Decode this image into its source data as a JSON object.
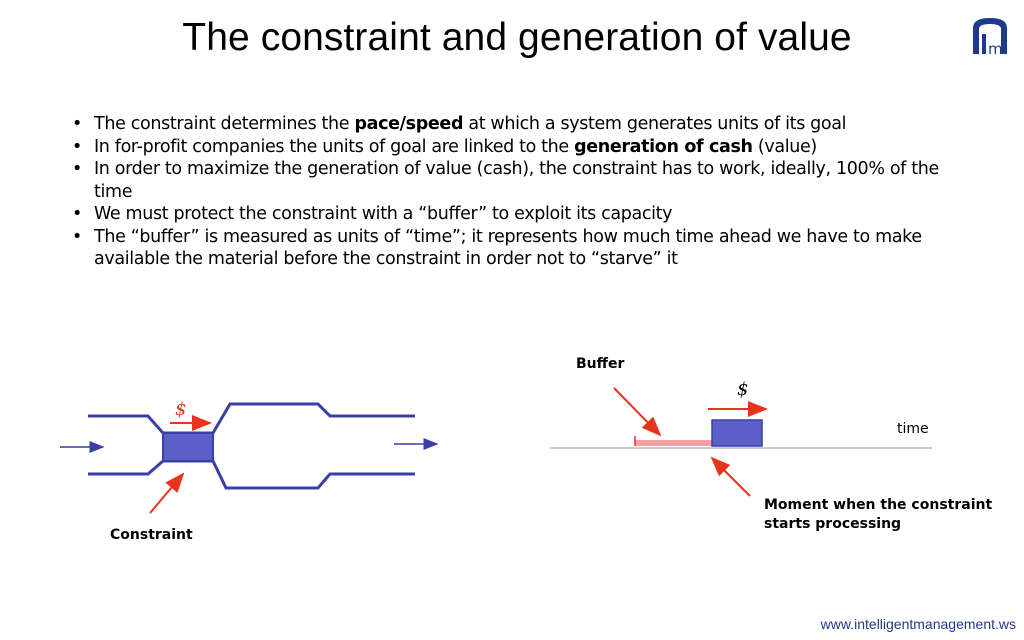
{
  "title": "The constraint and generation of value",
  "bullets": [
    {
      "parts": [
        {
          "text": "The constraint determines the  "
        },
        {
          "text": "pace/speed",
          "bold": true
        },
        {
          "text": "  at which a system generates units of its goal"
        }
      ]
    },
    {
      "parts": [
        {
          "text": "In for-profit companies the units of goal are linked to the "
        },
        {
          "text": "generation of cash",
          "bold": true
        },
        {
          "text": " (value)"
        }
      ]
    },
    {
      "parts": [
        {
          "text": "In order to maximize the generation of value (cash), the constraint has to work, ideally, 100% of the time"
        }
      ]
    },
    {
      "parts": [
        {
          "text": "We must protect the constraint with a “buffer” to exploit its capacity"
        }
      ]
    },
    {
      "parts": [
        {
          "text": "The “buffer” is measured as units of  “time”; it represents how much time ahead we have to make available the material before the constraint in order not to “starve” it"
        }
      ]
    }
  ],
  "left_diagram": {
    "currency_symbol": "$",
    "constraint_label": "Constraint"
  },
  "right_diagram": {
    "buffer_label": "Buffer",
    "currency_symbol": "$",
    "time_label": "time",
    "moment_label_line1": "Moment when the constraint",
    "moment_label_line2": "starts processing"
  },
  "footer": "www.intelligentmanagement.ws",
  "colors": {
    "pipe": "#3a3fa8",
    "box": "#5b5fc7",
    "arrow_red": "#e8341c",
    "buffer_pink": "#f2a0a0",
    "footer_text": "#1f3a8a"
  }
}
